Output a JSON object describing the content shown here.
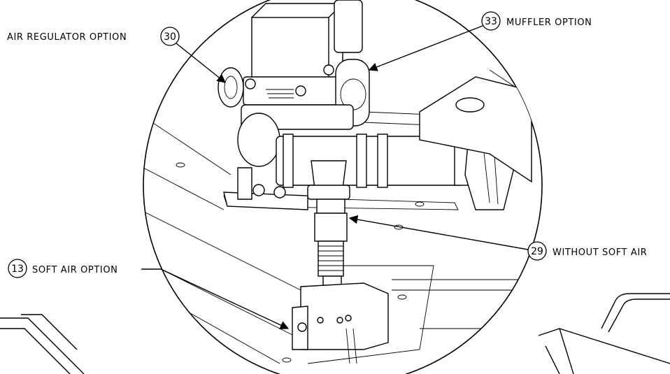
{
  "callouts": [
    {
      "number": "30",
      "text": "AIR REGULATOR OPTION"
    },
    {
      "number": "33",
      "text": "MUFFLER OPTION"
    },
    {
      "number": "29",
      "text": "WITHOUT SOFT AIR"
    },
    {
      "number": "13",
      "text": "SOFT AIR OPTION"
    }
  ]
}
